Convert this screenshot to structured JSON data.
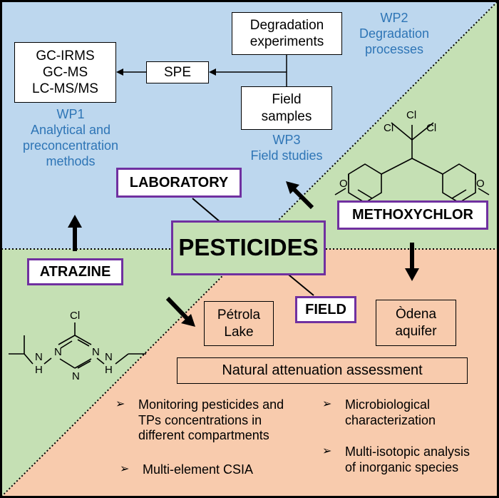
{
  "center": {
    "title": "PESTICIDES"
  },
  "labels": {
    "laboratory": "LABORATORY",
    "field": "FIELD",
    "atrazine": "ATRAZINE",
    "methoxychlor": "METHOXYCHLOR"
  },
  "lab": {
    "instruments": [
      "GC-IRMS",
      "GC-MS",
      "LC-MS/MS"
    ],
    "spe": "SPE",
    "degradation": [
      "Degradation",
      "experiments"
    ],
    "field_samples": [
      "Field",
      "samples"
    ]
  },
  "wp": {
    "wp1": [
      "WP1",
      "Analytical and",
      "preconcentration",
      "methods"
    ],
    "wp2": [
      "WP2",
      "Degradation",
      "processes"
    ],
    "wp3": [
      "WP3",
      "Field studies"
    ]
  },
  "sites": {
    "petrola": [
      "Pétrola",
      "Lake"
    ],
    "odena": [
      "Òdena",
      "aquifer"
    ]
  },
  "assessment": "Natural attenuation assessment",
  "bullets": {
    "monitoring": [
      "Monitoring pesticides and",
      "TPs concentrations in",
      "different compartments"
    ],
    "csia": "Multi-element CSIA",
    "micro": [
      "Microbiological",
      "characterization"
    ],
    "isotopic": [
      "Multi-isotopic analysis",
      "of inorganic species"
    ],
    "marker": "➢"
  },
  "molecules": {
    "atrazine": {
      "cl": "Cl",
      "n": "N",
      "h": "H"
    },
    "methoxychlor": {
      "cl": "Cl",
      "o": "O"
    }
  },
  "colors": {
    "blue_region": "#bdd7ee",
    "green_region": "#c5e0b4",
    "orange_region": "#f8cbad",
    "purple_border": "#7030a0",
    "wp_text": "#2e75b6"
  }
}
